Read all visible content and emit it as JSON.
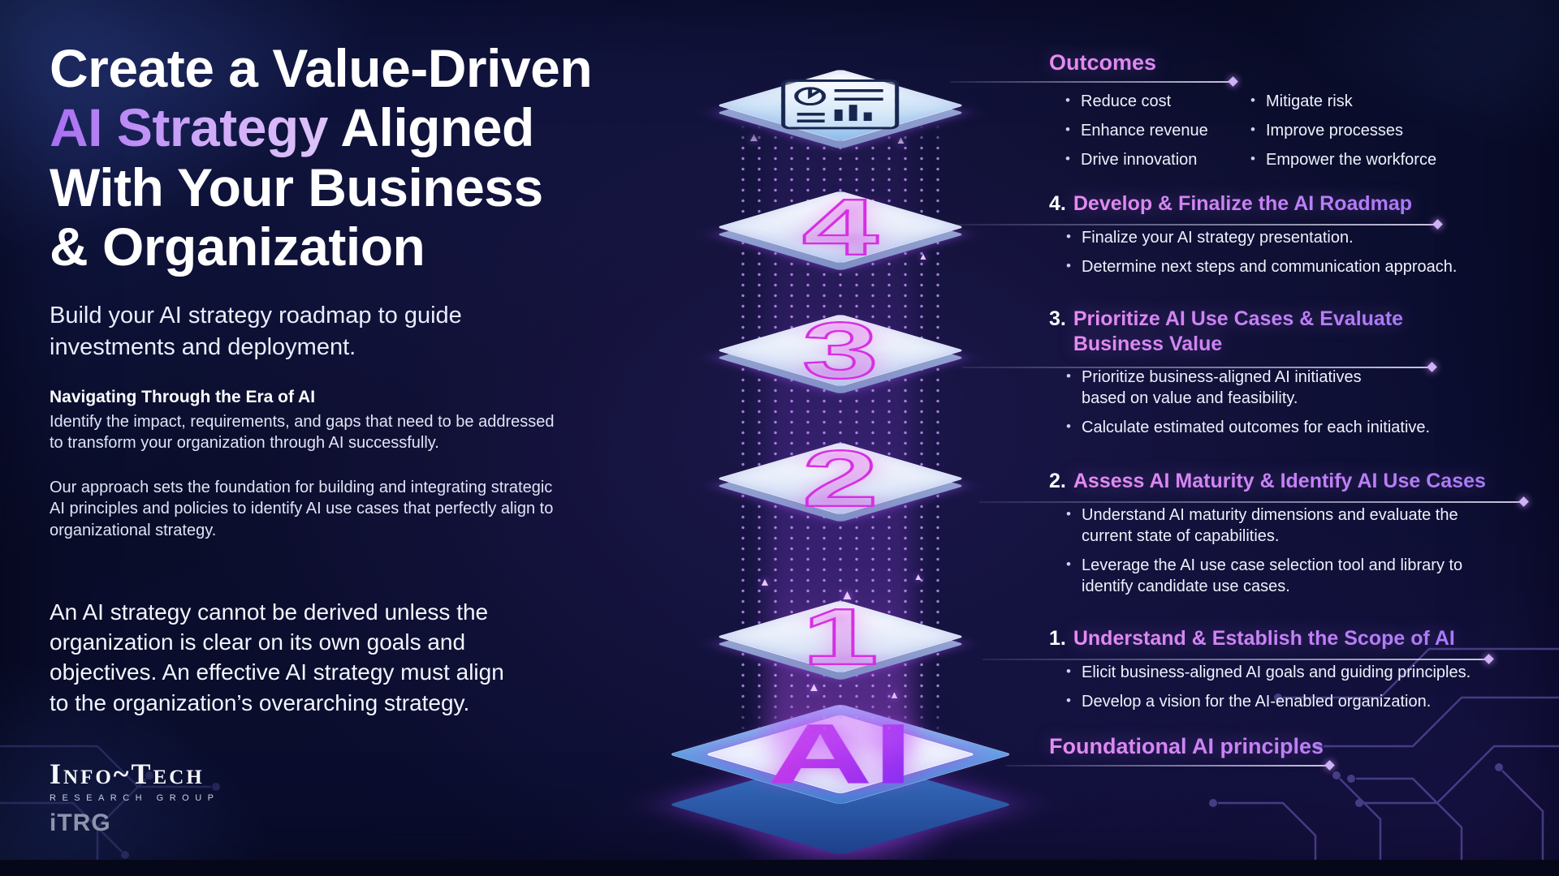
{
  "colors": {
    "accent-pink": "#e78bf0",
    "accent-violet": "#a879f8",
    "magenta": "#d62fe2",
    "beam-purple": "#a855f7"
  },
  "icons": {
    "up_arrow": "▲"
  },
  "left": {
    "title": {
      "line1": "Create a Value-Driven",
      "accent": "AI Strategy",
      "line2_rest": "Aligned",
      "line3": "With Your Business",
      "line4": "& Organization"
    },
    "subtitle": "Build your AI strategy roadmap to guide\ninvestments and deployment.",
    "section_heading": "Navigating Through the Era of AI",
    "para1": "Identify the impact, requirements, and gaps that need to be addressed\nto transform your organization through AI successfully.",
    "para2": "Our approach sets the foundation for building and integrating strategic\nAI principles and policies to identify AI use cases that perfectly align to\norganizational strategy.",
    "quote": "An AI strategy cannot be derived unless the\norganization is clear on its own goals and\nobjectives. An effective AI strategy must align\nto the organization’s overarching strategy.",
    "logo": {
      "name": "Info~Tech",
      "subtitle": "RESEARCH GROUP",
      "mark": "iTRG"
    }
  },
  "stack": {
    "top_icon": "report-chart-icon",
    "levels": [
      {
        "label": "4"
      },
      {
        "label": "3"
      },
      {
        "label": "2"
      },
      {
        "label": "1"
      }
    ],
    "base_label": "AI"
  },
  "right": {
    "outcomes": {
      "heading": "Outcomes",
      "col1": [
        "Reduce cost",
        "Enhance revenue",
        "Drive innovation"
      ],
      "col2": [
        "Mitigate risk",
        "Improve processes",
        "Empower the workforce"
      ]
    },
    "steps": [
      {
        "number": "4.",
        "heading": "Develop & Finalize the AI Roadmap",
        "bullets": [
          "Finalize your AI strategy presentation.",
          "Determine next steps and communication approach."
        ]
      },
      {
        "number": "3.",
        "heading": "Prioritize AI Use Cases & Evaluate\nBusiness Value",
        "bullets": [
          "Prioritize business-aligned AI initiatives\nbased on value and feasibility.",
          "Calculate estimated outcomes for each initiative."
        ]
      },
      {
        "number": "2.",
        "heading": "Assess AI Maturity & Identify AI Use Cases",
        "bullets": [
          "Understand AI maturity dimensions and evaluate the\ncurrent state of capabilities.",
          "Leverage the AI use case selection tool and library to\nidentify candidate use cases."
        ]
      },
      {
        "number": "1.",
        "heading": "Understand & Establish the Scope of AI",
        "bullets": [
          "Elicit business-aligned AI goals and guiding principles.",
          "Develop a vision for the AI-enabled organization."
        ]
      }
    ],
    "foundation_heading": "Foundational AI principles"
  }
}
